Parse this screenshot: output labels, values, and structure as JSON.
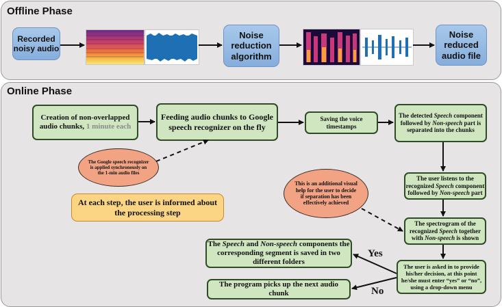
{
  "offline": {
    "title": "Offline Phase",
    "recorded_audio": "Recorded noisy audio",
    "noise_reduction": "Noise reduction algorithm",
    "reduced_file": "Noise reduced audio file"
  },
  "online": {
    "title": "Online Phase",
    "creation_line1": "Creation of non-overlapped audio chunks,",
    "creation_highlight": "1 minute each",
    "feeding": "Feeding audio chunks to Google speech recognizer on the fly",
    "saving": "Saving the voice timestamps",
    "detected_a": "The detected ",
    "detected_b": "Speech",
    "detected_c": " component followed by ",
    "detected_d": "Non-speech",
    "detected_e": " part is separated into the chunks",
    "google_note": "The Google speech recognizer is applied synchronously on the 1-min audio files",
    "inform": "At each step, the user is informed about the processing step",
    "listens_a": "The user listens to the recognized ",
    "listens_b": "Speech",
    "listens_c": " component followed by ",
    "listens_d": "Non-speech",
    "listens_e": " part",
    "visual_note": "This is an additional visual help for the user to decide if separation has been effectively achieved",
    "spectro_a": "The spectrogram of the recognized ",
    "spectro_b": "Speech",
    "spectro_c": " together with ",
    "spectro_d": "Non-speech",
    "spectro_e": " is shown",
    "asked": "The user is asked in to provide his/her decision, at this point he/she must enter “yes” or “no”, using a drop-down menu",
    "saved_a": "The ",
    "saved_b": "Speech",
    "saved_c": " and ",
    "saved_d": "Non-speech",
    "saved_e": " components the corresponding segment is saved in two different folders",
    "next_chunk": "The program picks up the next audio chunk",
    "yes_label": "Yes",
    "no_label": "No"
  },
  "colors": {
    "panel": "#e6e4e4",
    "blue_box": "#8fb4de",
    "green_box": "#cfe6c0",
    "oval": "#f1a384",
    "yellow_box": "#fcd584"
  }
}
